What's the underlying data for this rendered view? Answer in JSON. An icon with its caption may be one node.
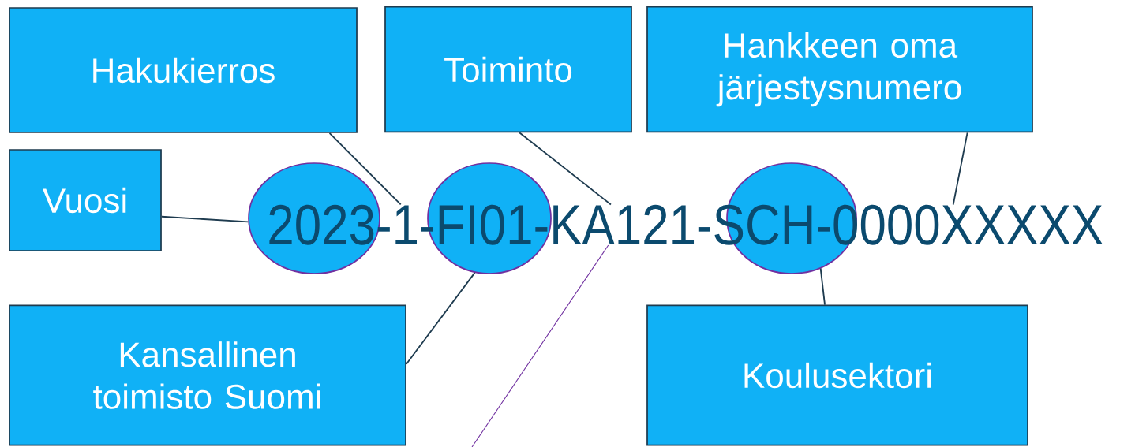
{
  "diagram": {
    "nodes": [
      {
        "text": [
          "Hakukierros"
        ]
      },
      {
        "text": [
          "Toiminto"
        ]
      },
      {
        "text": [
          "Hankkeen oma järjestysnumero"
        ]
      },
      {
        "text": [
          "Vuosi"
        ]
      },
      {
        "text": [],
        "shape": "ellipse"
      },
      {
        "text": [],
        "shape": "ellipse"
      },
      {
        "text": [],
        "shape": "ellipse"
      },
      {
        "text": [
          "2023-1-FI01-KA121-SCH-0000XXXXX"
        ]
      },
      {
        "text": [
          "Kansallinen toimisto Suomi"
        ]
      },
      {
        "text": [
          "Koulusektori"
        ]
      }
    ],
    "edges": [
      {
        "from": 3,
        "to": 4,
        "arrow": "none"
      },
      {
        "from": 0,
        "to": 7,
        "arrow": "none"
      },
      {
        "from": 1,
        "to": 7,
        "arrow": "none"
      },
      {
        "from": 2,
        "to": 7,
        "arrow": "none"
      },
      {
        "from": 8,
        "to": 5,
        "arrow": "none"
      },
      {
        "from": 9,
        "to": 6,
        "arrow": "none"
      },
      {
        "from": 7,
        "to": null,
        "arrow": "none",
        "color": "#7030a0"
      }
    ]
  }
}
